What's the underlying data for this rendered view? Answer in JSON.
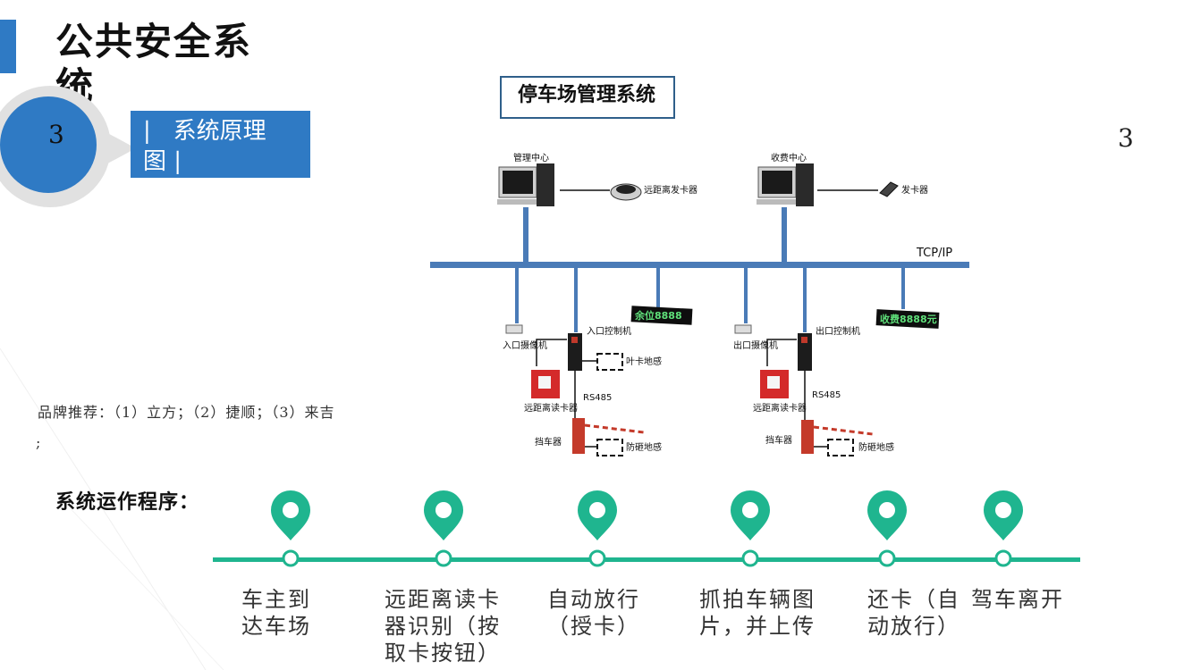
{
  "header": {
    "title": "公共安全系统",
    "page_number": "3"
  },
  "section": {
    "number": "3",
    "subtitle": "系统原理图",
    "subtitle_bars": "|"
  },
  "diagram": {
    "title": "停车场管理系统",
    "mgmt_center": "管理中心",
    "fee_center": "收费中心",
    "remote_issuer": "远距离发卡器",
    "card_issuer": "发卡器",
    "tcpip": "TCP/IP",
    "display_spaces": "余位8888",
    "display_fee": "收费8888元",
    "entry_camera": "入口摄像机",
    "exit_camera": "出口摄像机",
    "entry_controller": "入口控制机",
    "exit_controller": "出口控制机",
    "card_loop": "叶卡地感",
    "anti_smash_loop": "防砸地感",
    "rs485": "RS485",
    "remote_reader": "远距离读卡器",
    "barrier": "挡车器"
  },
  "brands": {
    "text": "品牌推荐：（1）立方；（2）捷顺；（3）来吉",
    "trailing": ";"
  },
  "process": {
    "title": "系统运作程序：",
    "steps": [
      {
        "line1": "车主到",
        "line2": "达车场",
        "line3": ""
      },
      {
        "line1": "远距离读卡",
        "line2": "器识别（按",
        "line3": "取卡按钮）"
      },
      {
        "line1": "自动放行",
        "line2": "（授卡）",
        "line3": ""
      },
      {
        "line1": "抓拍车辆图",
        "line2": "片，并上传",
        "line3": ""
      },
      {
        "line1": "还卡（自",
        "line2": "动放行）",
        "line3": ""
      },
      {
        "line1": "驾车离开",
        "line2": "",
        "line3": ""
      }
    ]
  },
  "colors": {
    "accent_blue": "#2f7ac4",
    "timeline_green": "#1fb58f",
    "bus_blue": "#4a7bb7"
  }
}
